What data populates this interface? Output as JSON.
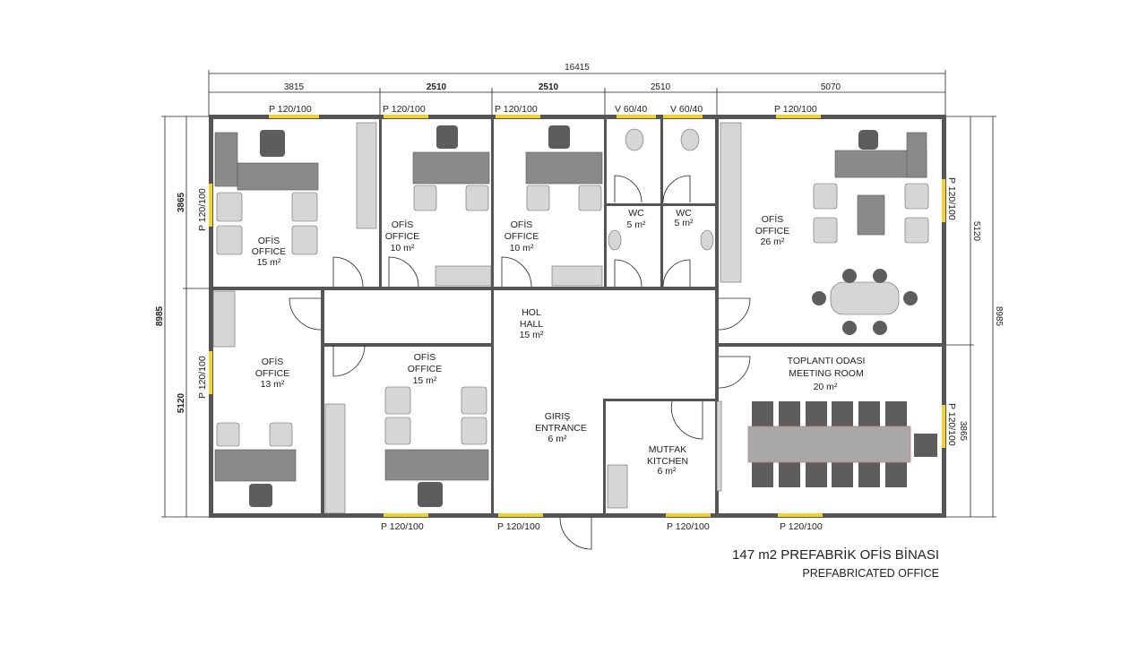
{
  "title": "147 m2 PREFABRİK OFİS BİNASI",
  "subtitle": "PREFABRICATED OFFICE",
  "dimensions": {
    "total_width": "16415",
    "top_segments": [
      "3815",
      "2510",
      "2510",
      "2510",
      "5070"
    ],
    "total_depth": "8985",
    "left_segments": [
      "3865",
      "5120"
    ],
    "right_segments": [
      "5120",
      "3865"
    ]
  },
  "windows": {
    "top": [
      "P 120/100",
      "P 120/100",
      "P 120/100",
      "V 60/40",
      "V 60/40",
      "P 120/100"
    ],
    "left": [
      "P 120/100",
      "P 120/100"
    ],
    "right": [
      "P 120/100",
      "P 120/100"
    ],
    "bottom": [
      "P 120/100",
      "P 120/100",
      "P 120/100",
      "P 120/100"
    ]
  },
  "rooms": [
    {
      "tr": "OFİS",
      "en": "OFFICE",
      "area": "15 m²"
    },
    {
      "tr": "OFİS",
      "en": "OFFICE",
      "area": "10 m²"
    },
    {
      "tr": "OFİS",
      "en": "OFFICE",
      "area": "10 m²"
    },
    {
      "tr": "WC",
      "en": "",
      "area": "5 m²"
    },
    {
      "tr": "WC",
      "en": "",
      "area": "5 m²"
    },
    {
      "tr": "OFİS",
      "en": "OFFICE",
      "area": "26 m²"
    },
    {
      "tr": "HOL",
      "en": "HALL",
      "area": "15 m²"
    },
    {
      "tr": "OFİS",
      "en": "OFFICE",
      "area": "13 m²"
    },
    {
      "tr": "OFİS",
      "en": "OFFICE",
      "area": "15 m²"
    },
    {
      "tr": "GIRIŞ",
      "en": "ENTRANCE",
      "area": "6 m²"
    },
    {
      "tr": "MUTFAK",
      "en": "KITCHEN",
      "area": "6 m²"
    },
    {
      "tr": "TOPLANTI ODASI",
      "en": "MEETING ROOM",
      "area": "20 m²"
    }
  ],
  "colors": {
    "wall": "#555555",
    "window": "#f2d22e"
  }
}
